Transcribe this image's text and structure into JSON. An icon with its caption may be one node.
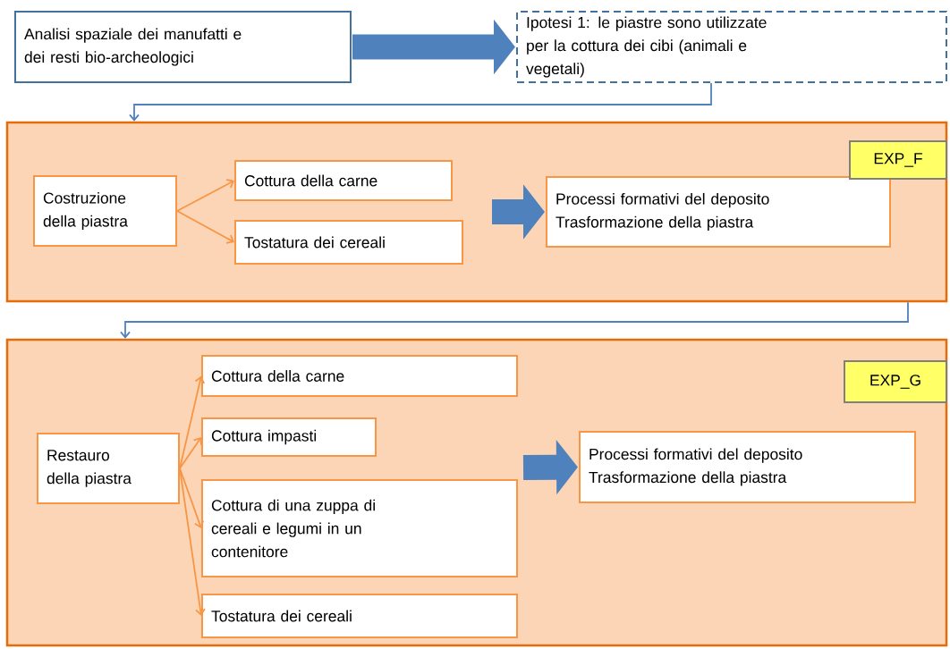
{
  "diagram": {
    "nodes": [
      {
        "text": [
          "Analisi spaziale dei manufatti e dei resti bio-archeologici"
        ]
      },
      {
        "text": [
          "Ipotesi 1: le piastre sono utilizzate per la cottura dei cibi (animali e vegetali)"
        ]
      },
      {
        "text": [],
        "shape": "box"
      },
      {
        "text": [
          "Costruzione della piastra"
        ],
        "in": 2
      },
      {
        "text": [
          "Cottura della carne"
        ],
        "in": 2
      },
      {
        "text": [
          "Tostatura dei cereali"
        ],
        "in": 2
      },
      {
        "text": [
          "Processi formativi del deposito",
          "Trasformazione della piastra"
        ],
        "in": 2
      },
      {
        "text": [
          "EXP_F"
        ],
        "in": 2
      },
      {
        "text": [],
        "shape": "box"
      },
      {
        "text": [
          "Restauro della piastra"
        ],
        "in": 8
      },
      {
        "text": [
          "Cottura della carne"
        ],
        "in": 8
      },
      {
        "text": [
          "Cottura impasti"
        ],
        "in": 8
      },
      {
        "text": [
          "Cottura di una zuppa di cereali e legumi in un contenitore"
        ],
        "in": 8
      },
      {
        "text": [
          "Tostatura dei cereali"
        ],
        "in": 8
      },
      {
        "text": [
          "Processi formativi del deposito",
          "Trasformazione della piastra"
        ],
        "in": 8
      },
      {
        "text": [
          "EXP_G"
        ],
        "in": 8
      }
    ],
    "edges": [
      {
        "from": 0,
        "to": 1,
        "arrow": "to",
        "style": "thick",
        "color": "#4f81bd"
      },
      {
        "from": 1,
        "to": 2,
        "arrow": "to",
        "color": "#4f81bd"
      },
      {
        "from": 2,
        "to": 8,
        "arrow": "to",
        "color": "#4f81bd"
      },
      {
        "from": 3,
        "to": 4,
        "arrow": "to"
      },
      {
        "from": 3,
        "to": 5,
        "arrow": "to"
      },
      {
        "from": null,
        "to": 6,
        "arrow": "to",
        "style": "thick",
        "color": "#4f81bd"
      },
      {
        "from": 9,
        "to": 10,
        "arrow": "to"
      },
      {
        "from": 9,
        "to": 11,
        "arrow": "to"
      },
      {
        "from": 9,
        "to": 12,
        "arrow": "to"
      },
      {
        "from": 9,
        "to": 13,
        "arrow": "to"
      },
      {
        "from": null,
        "to": 14,
        "arrow": "to",
        "style": "thick",
        "color": "#4f81bd"
      }
    ]
  }
}
